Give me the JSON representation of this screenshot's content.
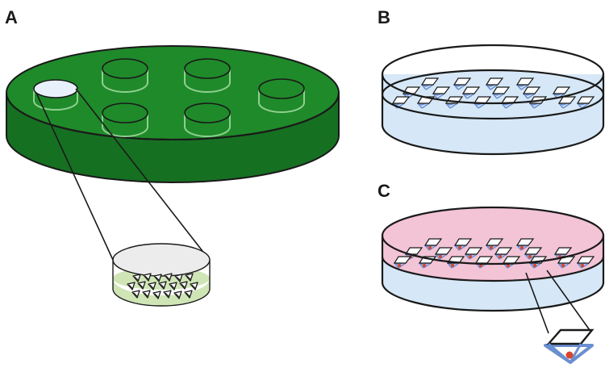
{
  "panels": [
    {
      "label": "A",
      "description": "green-plate-with-wells"
    },
    {
      "label": "B",
      "description": "dish-with-pyramids-in-blue-medium"
    },
    {
      "label": "C",
      "description": "dish-with-pyramids-in-pink-medium"
    }
  ],
  "colors": {
    "plate_green": "#1f8a2a",
    "plate_green_dark": "#167022",
    "well_rim": "#8fd08f",
    "well_selected": "#e8f1fb",
    "insert_top": "#ececec",
    "insert_bottom": "#cfe5b6",
    "medium_blue": "#d6e8f7",
    "medium_pink": "#f3c3d6",
    "pyramid_blue": "#6a8fd0",
    "cell_red": "#d9452c",
    "outline": "#1a1a1a"
  }
}
